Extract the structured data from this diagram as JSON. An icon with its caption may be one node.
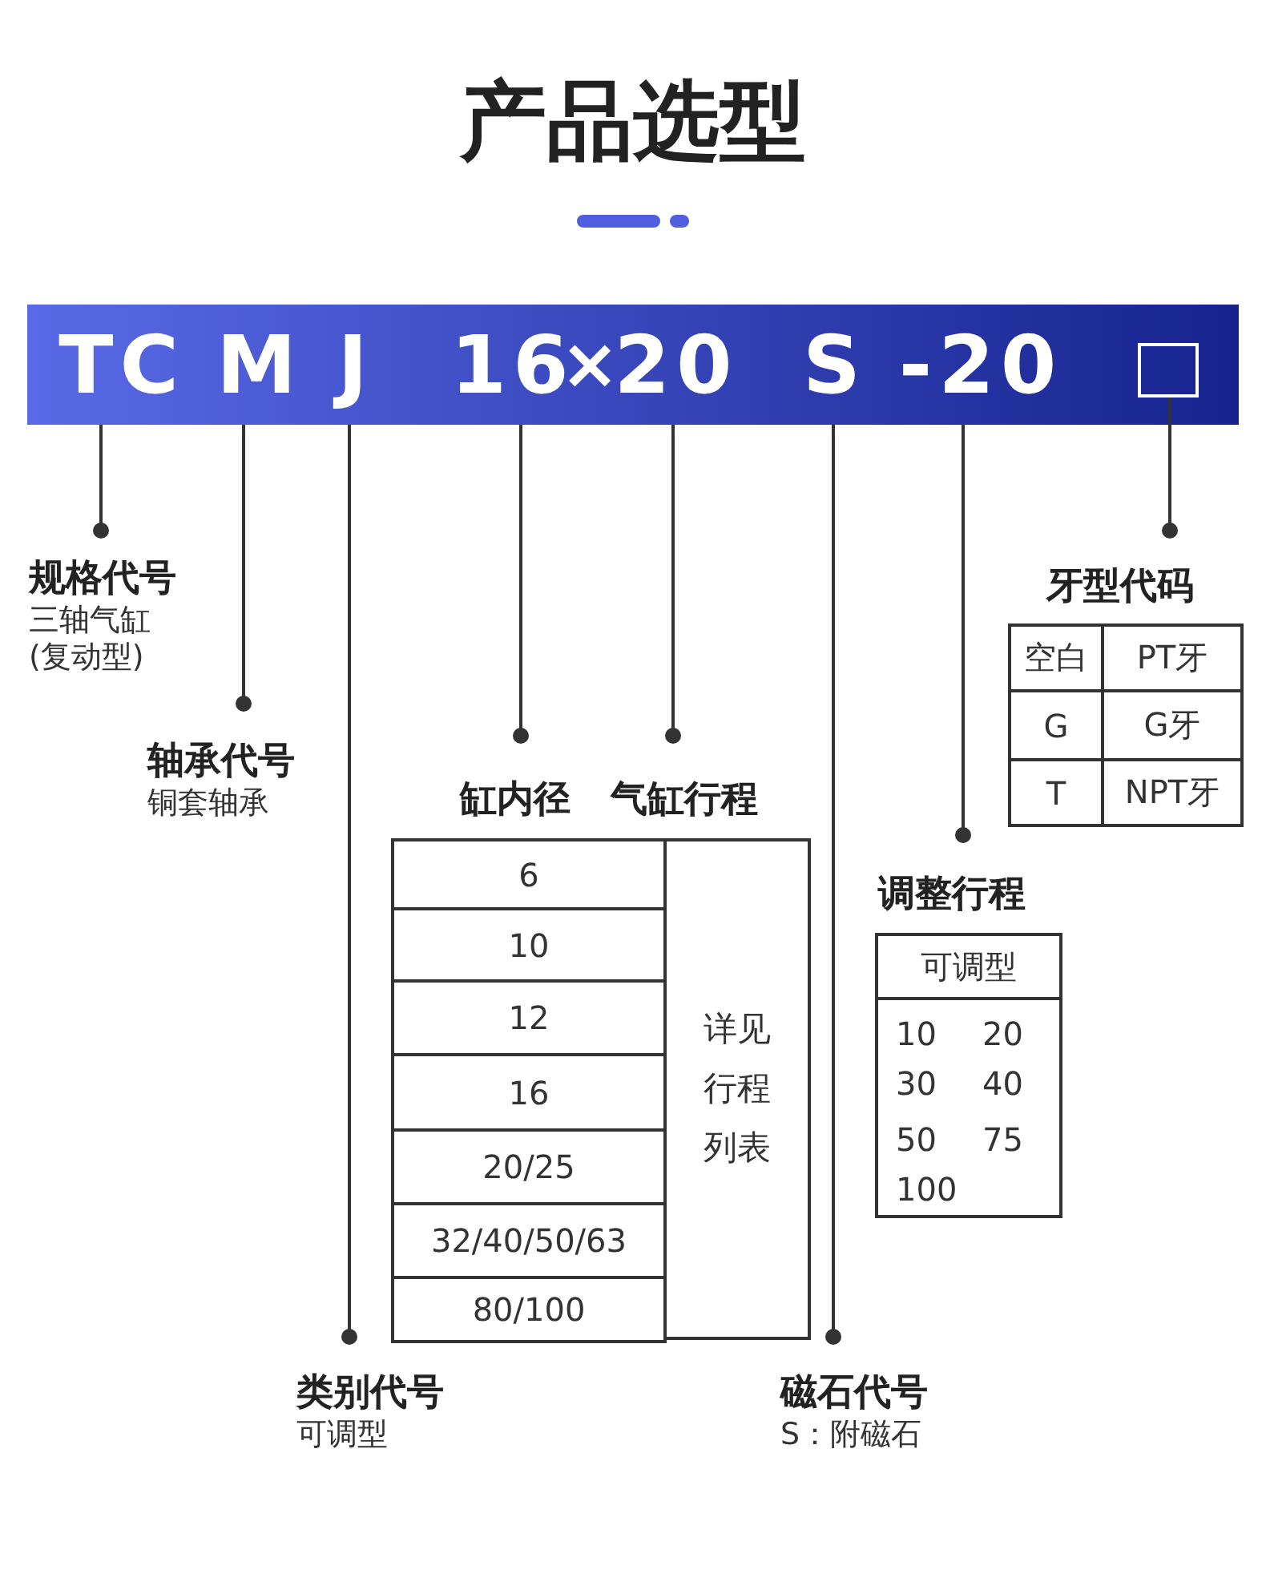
{
  "diagram": {
    "title": "产品选型",
    "nodes": [
      {
        "text": [
          "TC"
        ]
      },
      {
        "text": [
          "M"
        ]
      },
      {
        "text": [
          "J"
        ]
      },
      {
        "text": [
          "16"
        ]
      },
      {
        "text": [
          "20"
        ]
      },
      {
        "text": [
          "S"
        ]
      },
      {
        "text": [
          "-20"
        ]
      },
      {
        "text": [],
        "shape": "box"
      },
      {
        "text": [
          "规格代号",
          "三轴气缸(复动型)"
        ]
      },
      {
        "text": [
          "轴承代号",
          "铜套轴承"
        ]
      },
      {
        "text": [
          "缸内径"
        ]
      },
      {
        "text": [
          "气缸行程"
        ]
      },
      {
        "text": [
          "类别代号",
          "可调型"
        ]
      },
      {
        "text": [
          "磁石代号",
          "S：附磁石"
        ]
      },
      {
        "text": [
          "调整行程"
        ]
      },
      {
        "text": [
          "牙型代码"
        ]
      }
    ],
    "edges": [
      {
        "from": 8,
        "to": 0,
        "arrow": "other"
      },
      {
        "from": 9,
        "to": 1,
        "arrow": "other"
      },
      {
        "from": 12,
        "to": 2,
        "arrow": "other"
      },
      {
        "from": 10,
        "to": 3,
        "arrow": "other"
      },
      {
        "from": 11,
        "to": 4,
        "arrow": "other"
      },
      {
        "from": 13,
        "to": 5,
        "arrow": "other"
      },
      {
        "from": 14,
        "to": 6,
        "arrow": "other"
      },
      {
        "from": 15,
        "to": 7,
        "arrow": "other"
      }
    ],
    "labels": [
      "×",
      "6",
      "10",
      "12",
      "16",
      "20/25",
      "32/40/50/63",
      "80/100",
      "详见行程列表",
      "可调型",
      "10",
      "20",
      "30",
      "40",
      "50",
      "75",
      "100",
      "空白",
      "PT牙",
      "G",
      "G牙",
      "T",
      "NPT牙"
    ]
  }
}
